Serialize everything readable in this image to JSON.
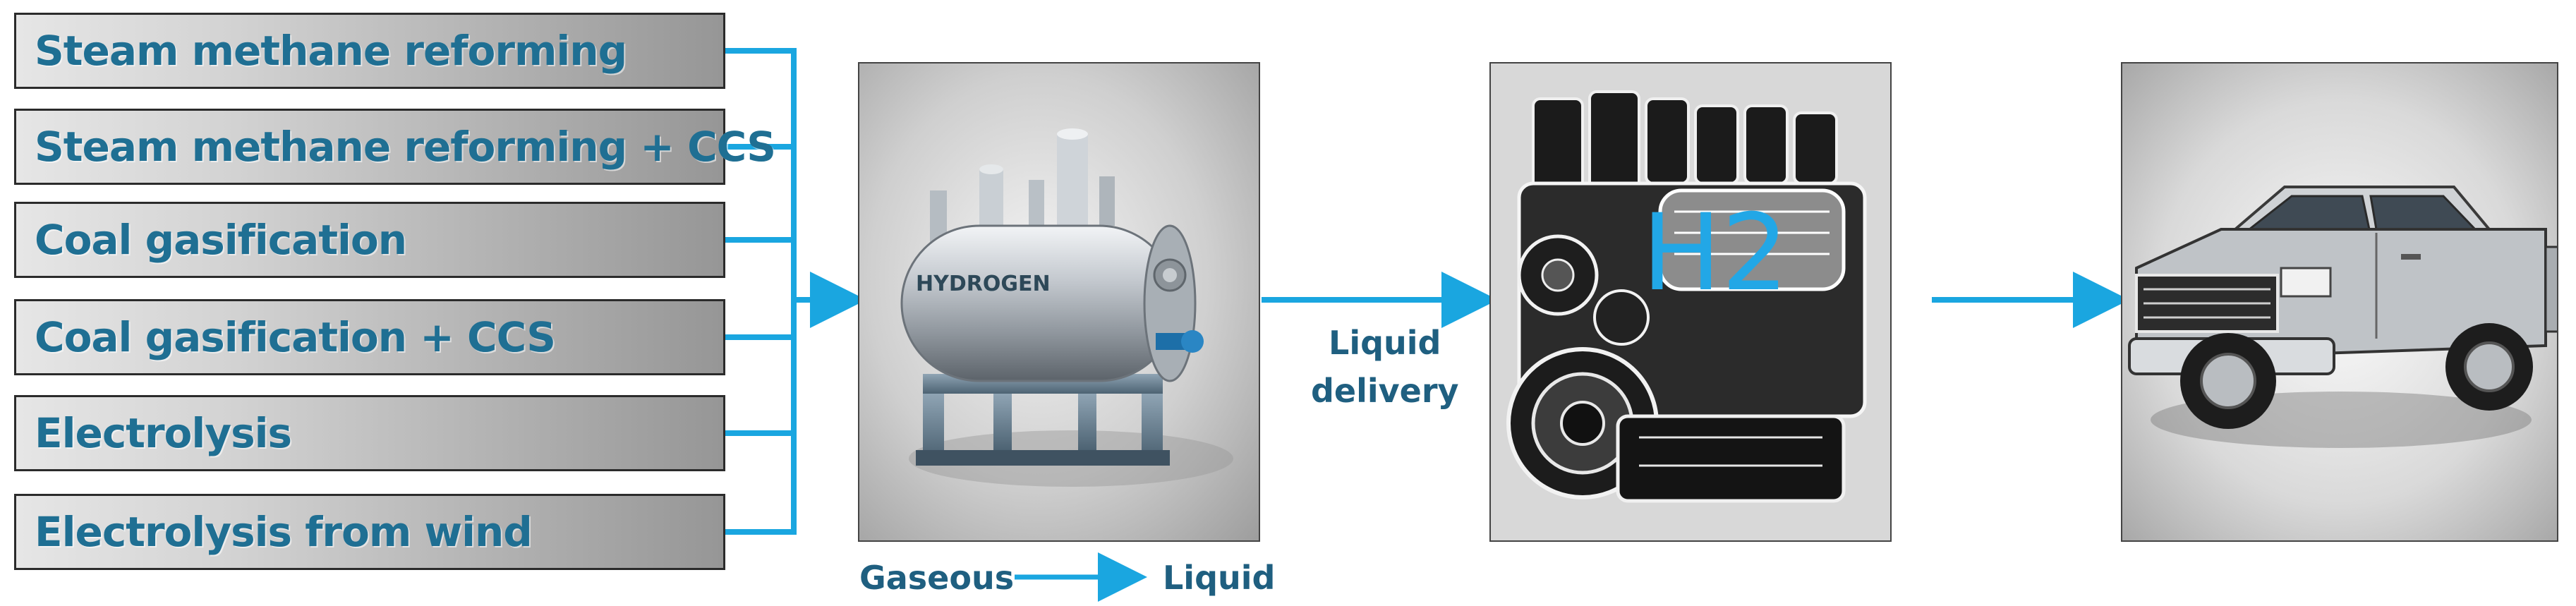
{
  "pathways": [
    {
      "label": "Steam methane reforming"
    },
    {
      "label": "Steam methane reforming + CCS"
    },
    {
      "label": "Coal gasification"
    },
    {
      "label": "Coal gasification + CCS"
    },
    {
      "label": "Electrolysis"
    },
    {
      "label": "Electrolysis from wind"
    }
  ],
  "storage": {
    "tank_text": "HYDROGEN"
  },
  "delivery": {
    "line1": "Liquid",
    "line2": "delivery"
  },
  "phase_change": {
    "from": "Gaseous",
    "to": "Liquid"
  },
  "engine": {
    "overlay_text": "H2"
  },
  "colors": {
    "arrow": "#1aa6e0",
    "label_text": "#1f6f93",
    "h2_text": "#22a7e6"
  }
}
